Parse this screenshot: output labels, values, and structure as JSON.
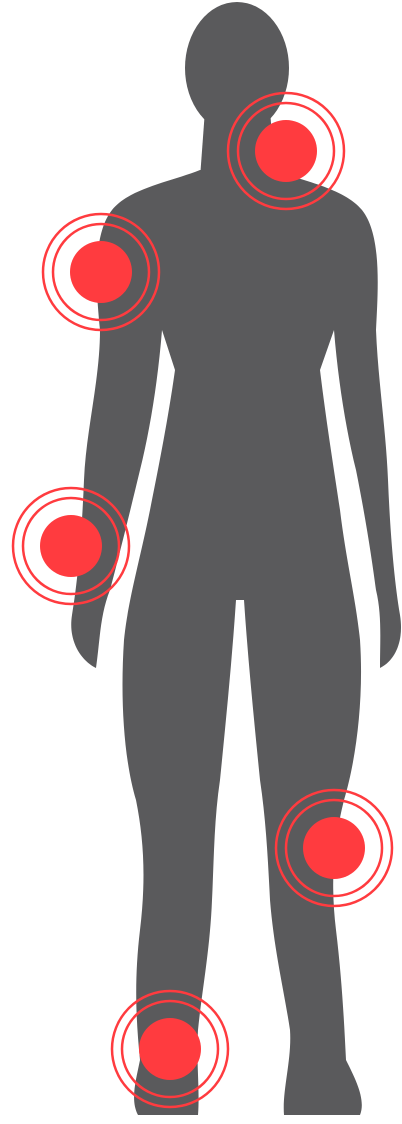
{
  "colors": {
    "silhouette": "#5a5a5c",
    "pain_dot": "#ff3b3f",
    "pain_ring": "#ff3b3f",
    "background": "#ffffff"
  },
  "figure": {
    "icon": "human-body-silhouette-icon"
  },
  "pain_points": [
    {
      "id": "neck-shoulder",
      "icon": "pain-target-icon"
    },
    {
      "id": "left-shoulder",
      "icon": "pain-target-icon"
    },
    {
      "id": "wrist",
      "icon": "pain-target-icon"
    },
    {
      "id": "knee",
      "icon": "pain-target-icon"
    },
    {
      "id": "ankle",
      "icon": "pain-target-icon"
    }
  ]
}
